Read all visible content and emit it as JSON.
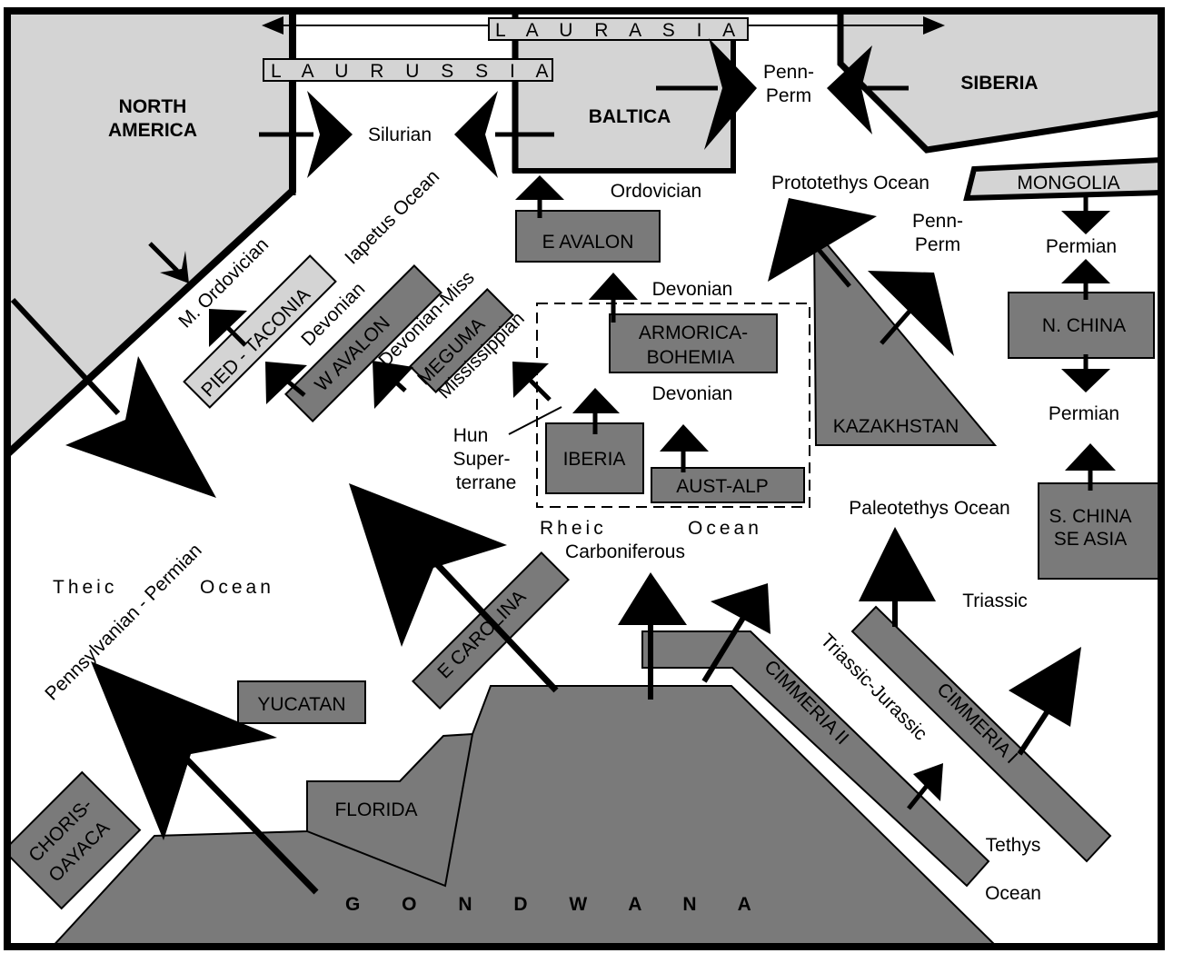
{
  "labels": {
    "laurasia": "L A U R A S I A",
    "laurussia": "L A U R U S S I A",
    "north_america_1": "NORTH",
    "north_america_2": "AMERICA",
    "baltica": "BALTICA",
    "siberia": "SIBERIA",
    "penn_perm_a_1": "Penn-",
    "penn_perm_a_2": "Perm",
    "silurian": "Silurian",
    "ordovician": "Ordovician",
    "prototethys": "Prototethys Ocean",
    "mongolia": "MONGOLIA",
    "e_avalon": "E AVALON",
    "penn_perm_b_1": "Penn-",
    "penn_perm_b_2": "Perm",
    "permian_1": "Permian",
    "iapetus": "Iapetus Ocean",
    "m_ordovician": "M. Ordovician",
    "pied_taconia": "PIED - TACONIA",
    "devonian_a": "Devonian",
    "w_avalon": "W AVALON",
    "devonian_miss": "Devonian-Miss",
    "meguma": "MEGUMA",
    "mississippian": "Mississippian",
    "devonian_b": "Devonian",
    "armorica_1": "ARMORICA-",
    "armorica_2": "BOHEMIA",
    "n_china": "N. CHINA",
    "devonian_c": "Devonian",
    "permian_2": "Permian",
    "kazakhstan": "KAZAKHSTAN",
    "hun_1": "Hun",
    "hun_2": "Super-",
    "hun_3": "terrane",
    "iberia": "IBERIA",
    "aust_alp": "AUST-ALP",
    "paleotethys": "Paleotethys Ocean",
    "s_china_1": "S. CHINA",
    "s_china_2": "SE ASIA",
    "rheic": "Rheic",
    "ocean_rheic": "Ocean",
    "carboniferous": "Carboniferous",
    "theic": "Theic",
    "ocean_theic": "Ocean",
    "penn_permian": "Pennsylvanian - Permian",
    "triassic": "Triassic",
    "e_carolina": "E CAROLINA",
    "cimmeria_ii": "CIMMERIA II",
    "triassic_jurassic": "Triassic-Jurassic",
    "cimmeria_i": "CIMMERIA I",
    "yucatan": "YUCATAN",
    "florida": "FLORIDA",
    "choris_1": "CHORIS-",
    "choris_2": "OAYACA",
    "tethys": "Tethys",
    "ocean_tethys": "Ocean",
    "gondwana": "G O N D W A N A"
  },
  "colors": {
    "continent_light": "#d4d4d4",
    "terrane_dark": "#7a7a7a",
    "ink": "#000000",
    "background": "#ffffff"
  }
}
